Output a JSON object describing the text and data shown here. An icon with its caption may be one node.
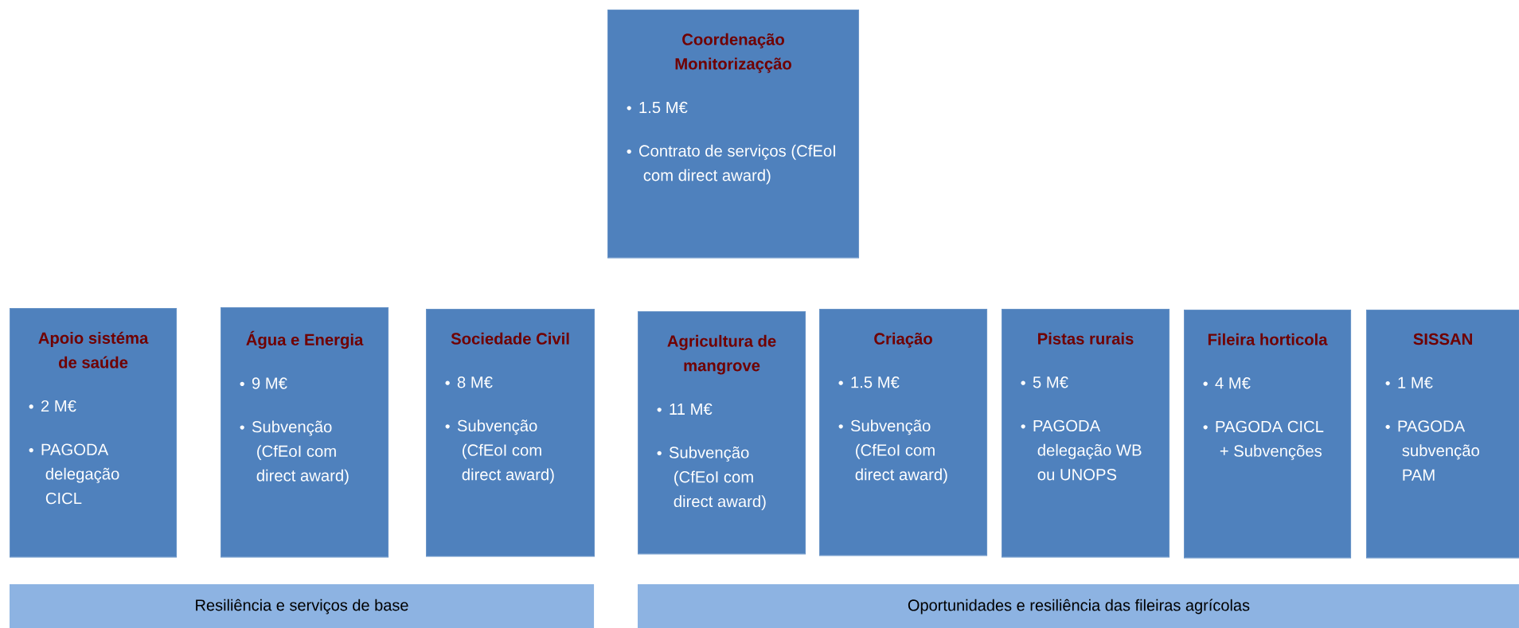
{
  "diagram": {
    "nodes": [
      {
        "text": [
          "Coordenação Monitorizaçção",
          "1.5 M€",
          "Contrato de serviços (CfEoI com direct award)"
        ]
      },
      {
        "text": [
          "Apoio sistéma de saúde",
          "2 M€",
          "PAGODA delegação CICL"
        ]
      },
      {
        "text": [
          "Água e Energia",
          "9 M€",
          "Subvenção (CfEoI com direct award)"
        ]
      },
      {
        "text": [
          "Sociedade Civil",
          "8 M€",
          "Subvenção (CfEoI com direct award)"
        ]
      },
      {
        "text": [
          "Agricultura de mangrove",
          "11 M€",
          "Subvenção (CfEoI com direct award)"
        ]
      },
      {
        "text": [
          "Criação",
          "1.5 M€",
          "Subvenção (CfEoI com direct award)"
        ]
      },
      {
        "text": [
          "Pistas rurais",
          "5 M€",
          "PAGODA delegação WB ou UNOPS"
        ]
      },
      {
        "text": [
          "Fileira horticola",
          "4 M€",
          "PAGODA CICL + Subvenções"
        ]
      },
      {
        "text": [
          "SISSAN",
          "1 M€",
          "PAGODA subvenção PAM"
        ]
      },
      {
        "text": [
          "Resiliência e serviços de base"
        ]
      },
      {
        "text": [
          "Oportunidades e resiliência das fileiras agrícolas"
        ]
      }
    ]
  }
}
